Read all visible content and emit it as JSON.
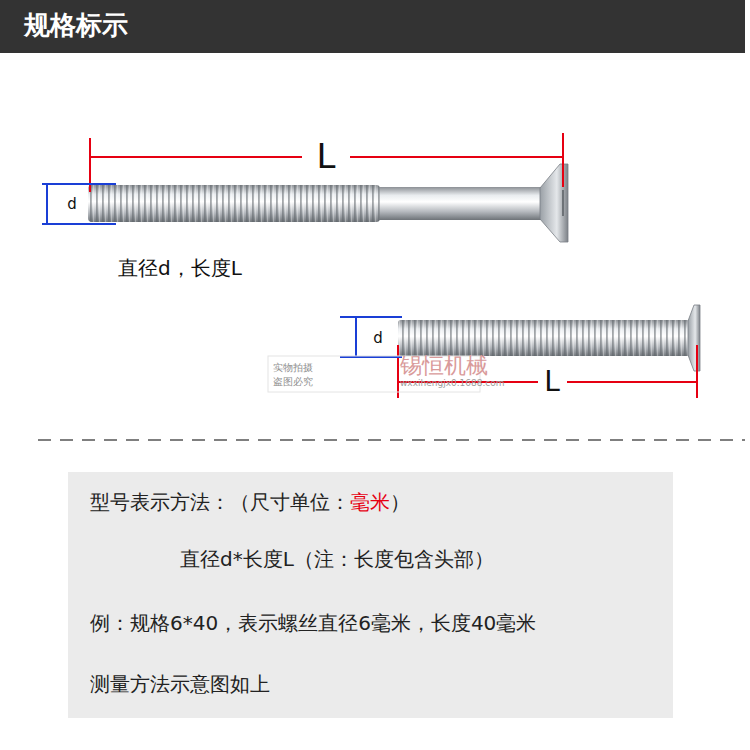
{
  "diagram": {
    "title": "规格标示",
    "nodes": [
      {
        "text": [
          "型号表示方法：（尺寸单位：",
          "毫米",
          "）",
          "直径d*长度L（注：长度包含头部）",
          "例：规格6*40，表示螺丝直径6毫米，长度40毫米",
          "测量方法示意图如上"
        ]
      }
    ],
    "labels": [
      "L",
      "d",
      "直径d，长度L",
      "d",
      "L",
      "实物拍摄",
      "盗图必究",
      "锡恒机械",
      "wxxihengjx0.1688.com"
    ]
  }
}
